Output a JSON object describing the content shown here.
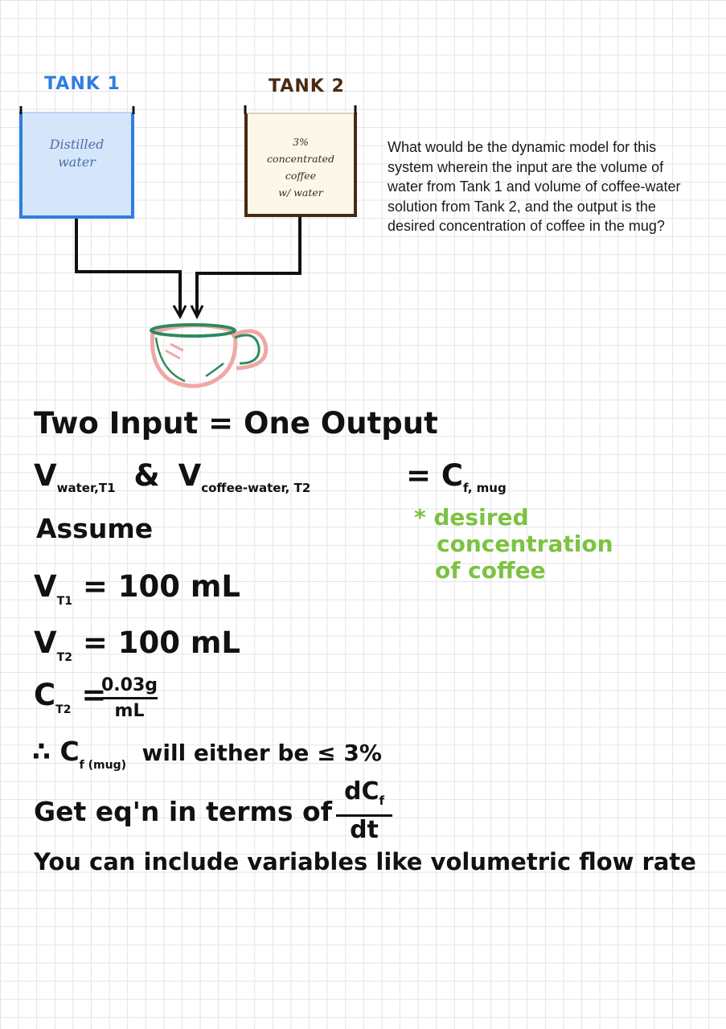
{
  "tanks": {
    "tank1": {
      "label": "TANK 1",
      "content_line1": "Distilled",
      "content_line2": "water",
      "color": "#2f7ee0",
      "fill": "#d5e6fb"
    },
    "tank2": {
      "label": "TANK 2",
      "content_line1": "3%",
      "content_line2": "concentrated",
      "content_line3": "coffee",
      "content_line4": "w/ water",
      "color": "#4a2a12",
      "fill": "#fcf8e9"
    }
  },
  "question": "What would be the dynamic model for this system wherein the input are the volume of water from Tank 1 and volume of coffee-water solution from Tank 2, and the output is the desired concentration of coffee in the mug?",
  "mug": {
    "icon": "coffee-mug-icon",
    "body_color": "#f0a8a4",
    "rim_color": "#2e8a5e"
  },
  "notes": {
    "line1": "Two Input = One Output",
    "v_water": "V",
    "v_water_sub": "water,T1",
    "ampersand": "&",
    "v_coffee": "V",
    "v_coffee_sub": "coffee-water, T2",
    "equals_c": "= C",
    "c_sub": "f, mug",
    "green_line1": "* desired",
    "green_line2": "concentration",
    "green_line3": "of coffee",
    "assume": "Assume",
    "vt1": "V",
    "vt1_sub": "T1",
    "vt1_val": "= 100 mL",
    "vt2": "V",
    "vt2_sub": "T2",
    "vt2_val": "= 100 mL",
    "ct2": "C",
    "ct2_sub": "T2",
    "ct2_eq": "=",
    "ct2_num": "0.03g",
    "ct2_den": "mL",
    "therefore": "∴ C",
    "therefore_sub": "f (mug)",
    "therefore_rest": "will either be ≤ 3%",
    "get_eq": "Get eq'n in terms of",
    "deriv_num": "dC",
    "deriv_num_sub": "f",
    "deriv_den": "dt",
    "last_line": "You can include variables like volumetric flow rate",
    "green_color": "#7cc241"
  }
}
